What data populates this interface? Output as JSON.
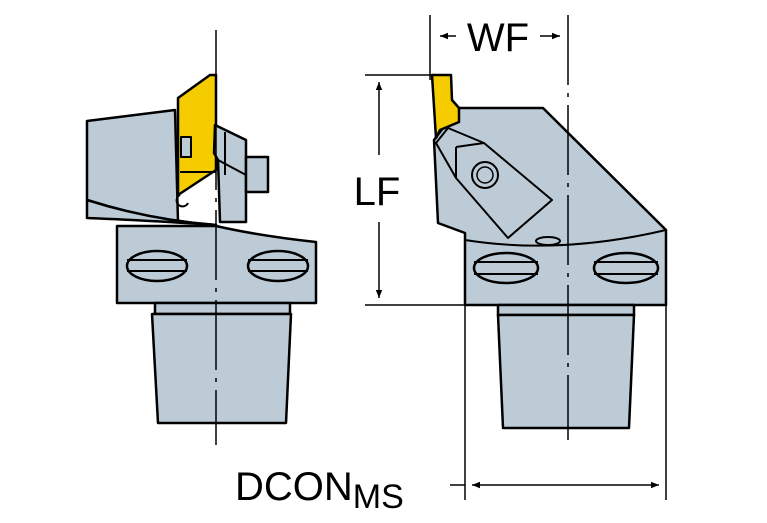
{
  "labels": {
    "wf": "WF",
    "lf": "LF",
    "dcon": "DCON",
    "dcon_sub": "MS"
  },
  "colors": {
    "body": "#bccbd6",
    "insert": "#f5cc00",
    "outline": "#000000"
  }
}
